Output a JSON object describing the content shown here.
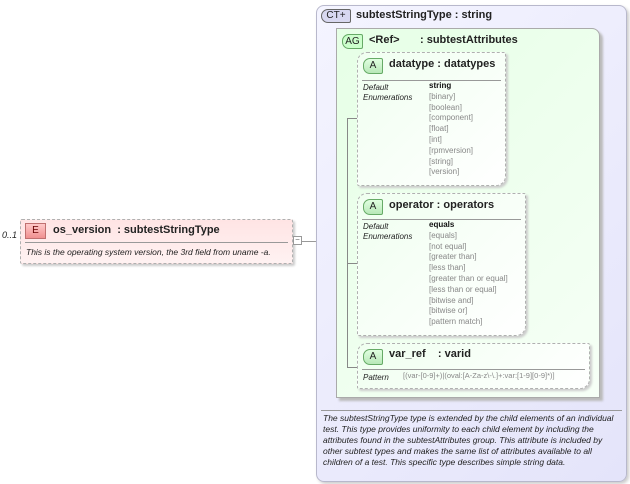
{
  "element": {
    "occurrence": "0..1",
    "badge": "E",
    "title": "os_version  : subtestStringType",
    "description": "This is the operating system version, the 3rd field from uname -a.",
    "collapse_symbol": "−"
  },
  "complex_type": {
    "badge": "CT+",
    "title": "subtestStringType : string",
    "description": "The subtestStringType type is extended by the child elements of an individual test.  This type provides uniformity to each child element by including the attributes found in the subtestAttributes group.  This attribute is included by other subtest types and makes the same list of attributes available to all children of a test.  This specific type describes simple string data."
  },
  "attribute_group": {
    "badge": "AG",
    "ref": "<Ref>",
    "title": ": subtestAttributes"
  },
  "attributes": [
    {
      "badge": "A",
      "title": "datatype : datatypes",
      "default_label": "Default",
      "enum_label": "Enumerations",
      "default": "string",
      "enumerations": [
        "[binary]",
        "[boolean]",
        "[component]",
        "[float]",
        "[int]",
        "[rpmversion]",
        "[string]",
        "[version]"
      ]
    },
    {
      "badge": "A",
      "title": "operator : operators",
      "default_label": "Default",
      "enum_label": "Enumerations",
      "default": "equals",
      "enumerations": [
        "[equals]",
        "[not equal]",
        "[greater than]",
        "[less than]",
        "[greater than or equal]",
        "[less than or equal]",
        "[bitwise and]",
        "[bitwise or]",
        "[pattern match]"
      ]
    },
    {
      "badge": "A",
      "title": "var_ref    : varid",
      "pattern_label": "Pattern",
      "pattern": "[(var-[0-9]+)|(oval:[A-Za-z\\-\\.]+:var:[1-9][0-9]*)]"
    }
  ]
}
